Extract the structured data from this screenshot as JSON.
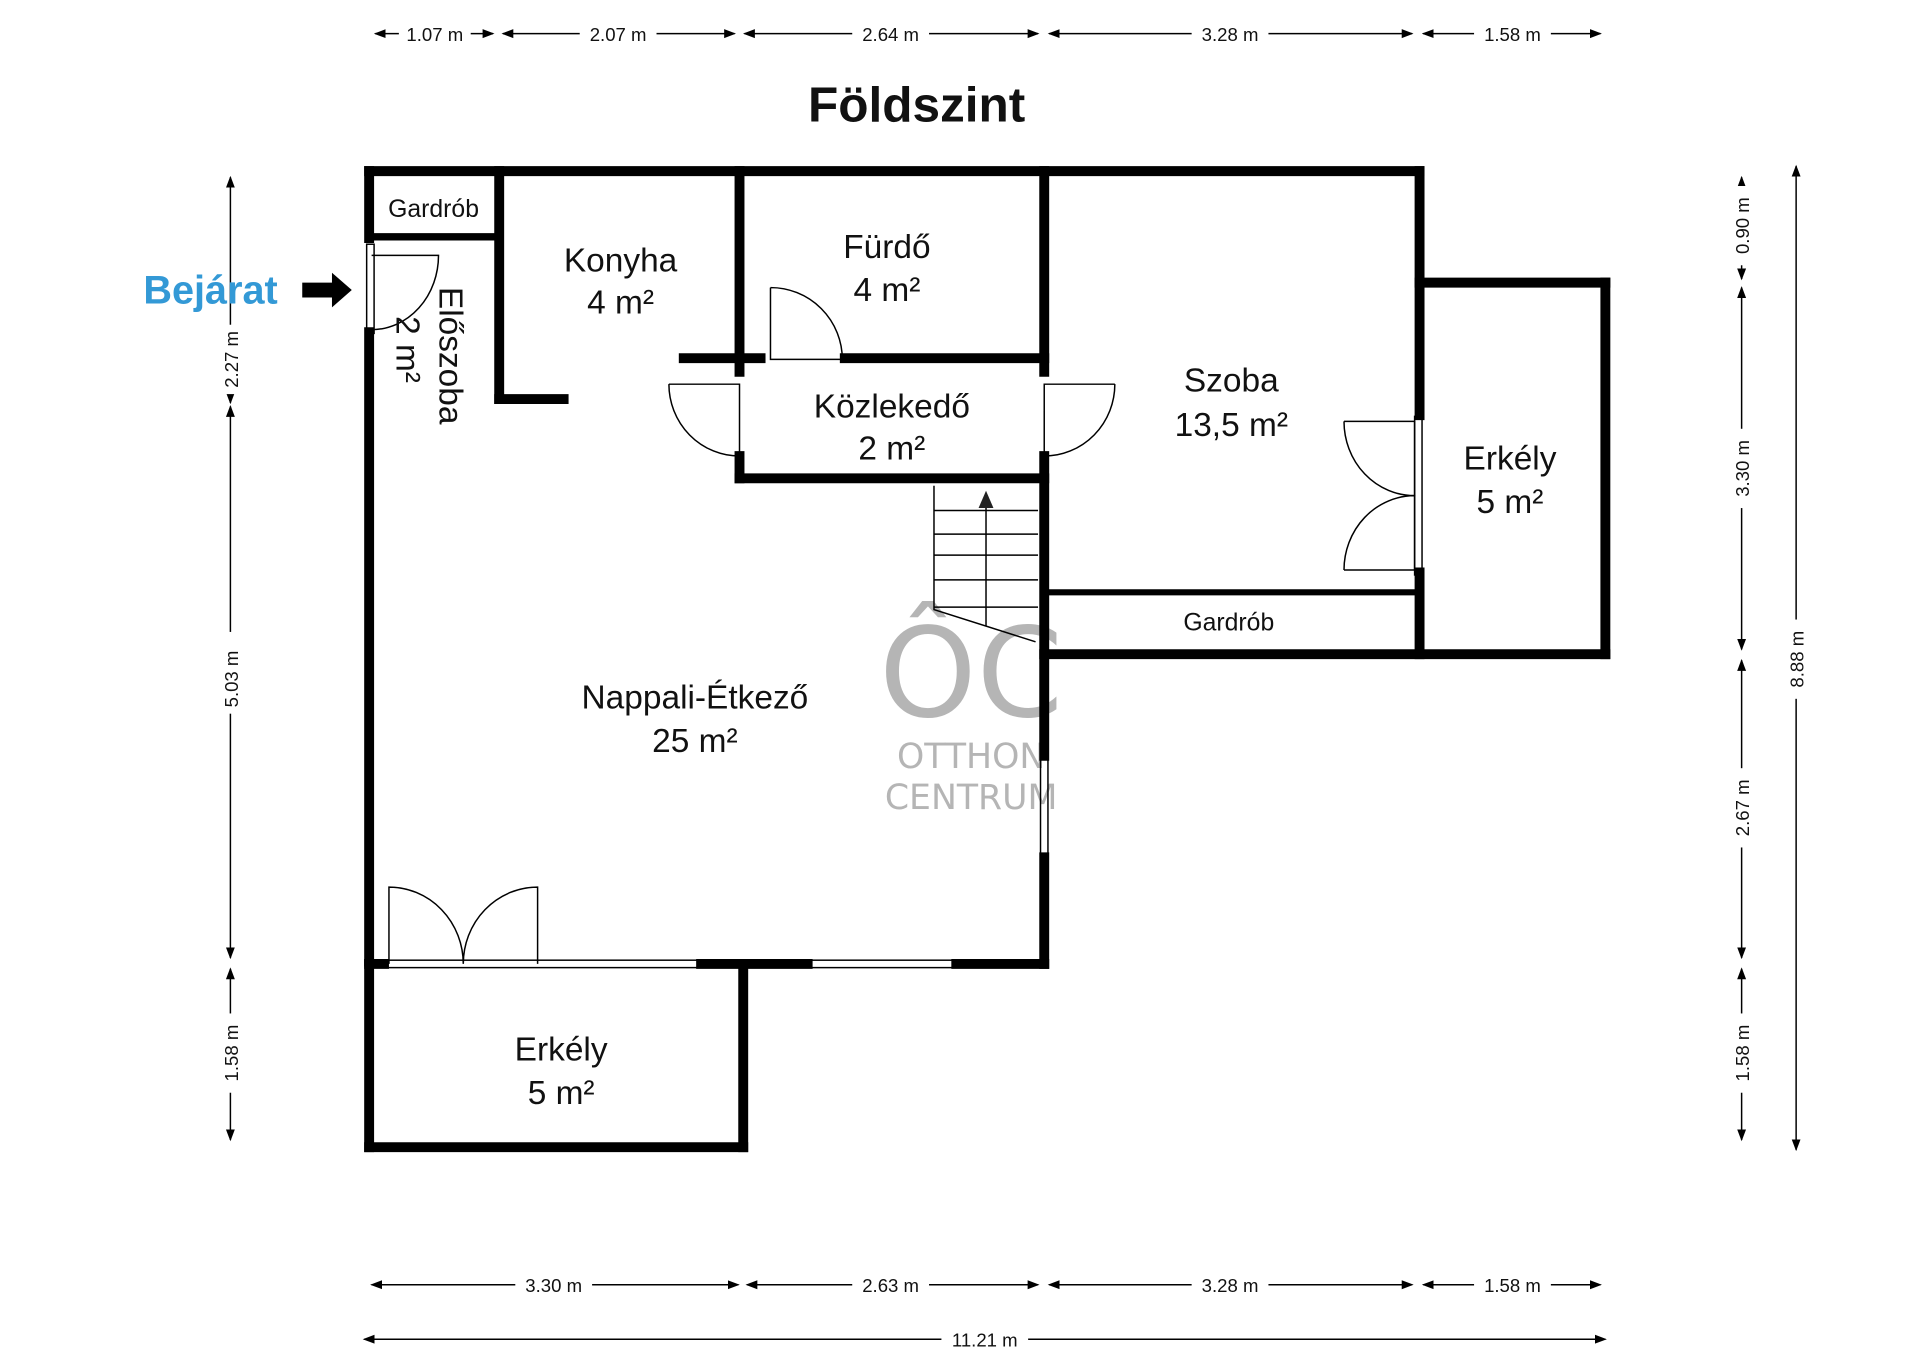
{
  "title": "Földszint",
  "entrance_label": "Bejárat",
  "rooms": {
    "gardrob_1": {
      "name": "Gardrób"
    },
    "eloszoba": {
      "name": "Előszoba",
      "area": "2 m²"
    },
    "konyha": {
      "name": "Konyha",
      "area": "4 m²"
    },
    "furdo": {
      "name": "Fürdő",
      "area": "4 m²"
    },
    "kozlekedo": {
      "name": "Közlekedő",
      "area": "2 m²"
    },
    "szoba": {
      "name": "Szoba",
      "area": "13,5 m²"
    },
    "erkely_1": {
      "name": "Erkély",
      "area": "5 m²"
    },
    "gardrob_2": {
      "name": "Gardrób"
    },
    "nappali": {
      "name": "Nappali-Étkező",
      "area": "25 m²"
    },
    "erkely_2": {
      "name": "Erkély",
      "area": "5 m²"
    }
  },
  "dimensions": {
    "top": [
      "1.07 m",
      "2.07 m",
      "2.64 m",
      "3.28 m",
      "1.58 m"
    ],
    "bottom": [
      "3.30 m",
      "2.63 m",
      "3.28 m",
      "1.58 m"
    ],
    "total_width": "11.21 m",
    "left": [
      "2.27 m",
      "5.03 m",
      "1.58 m"
    ],
    "right": [
      "0.90 m",
      "3.30 m",
      "2.67 m",
      "1.58 m"
    ],
    "total_height": "8.88 m"
  },
  "watermark": {
    "logo": "ÔC",
    "line1": "OTTHON",
    "line2": "CENTRUM"
  },
  "colors": {
    "entrance": "#3399d6",
    "walls": "#000000",
    "watermark": "#b5b5b5"
  }
}
